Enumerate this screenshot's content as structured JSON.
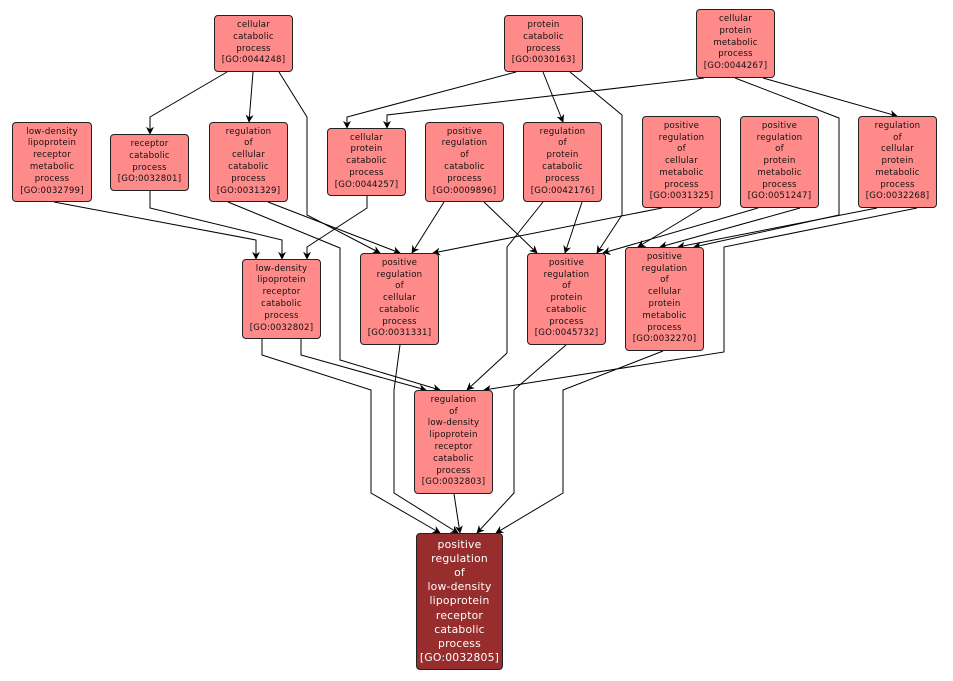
{
  "diagram": {
    "type": "GO term hierarchy (directed acyclic graph)",
    "colors": {
      "ancestor_fill": "#ff8a8a",
      "target_fill": "#982d2d",
      "target_text": "#ffffff",
      "ancestor_text": "#111111",
      "border": "#222222",
      "edge": "#000000"
    },
    "nodes": [
      {
        "id": "GO:0044248",
        "label": [
          "cellular",
          "catabolic",
          "process"
        ],
        "go_id": "[GO:0044248]",
        "role": "ancestor"
      },
      {
        "id": "GO:0030163",
        "label": [
          "protein",
          "catabolic",
          "process"
        ],
        "go_id": "[GO:0030163]",
        "role": "ancestor"
      },
      {
        "id": "GO:0044267",
        "label": [
          "cellular",
          "protein",
          "metabolic",
          "process"
        ],
        "go_id": "[GO:0044267]",
        "role": "ancestor"
      },
      {
        "id": "GO:0032799",
        "label": [
          "low-density",
          "lipoprotein",
          "receptor",
          "metabolic",
          "process"
        ],
        "go_id": "[GO:0032799]",
        "role": "ancestor"
      },
      {
        "id": "GO:0032801",
        "label": [
          "receptor",
          "catabolic",
          "process"
        ],
        "go_id": "[GO:0032801]",
        "role": "ancestor"
      },
      {
        "id": "GO:0031329",
        "label": [
          "regulation",
          "of",
          "cellular",
          "catabolic",
          "process"
        ],
        "go_id": "[GO:0031329]",
        "role": "ancestor"
      },
      {
        "id": "GO:0044257",
        "label": [
          "cellular",
          "protein",
          "catabolic",
          "process"
        ],
        "go_id": "[GO:0044257]",
        "role": "ancestor"
      },
      {
        "id": "GO:0009896",
        "label": [
          "positive",
          "regulation",
          "of",
          "catabolic",
          "process"
        ],
        "go_id": "[GO:0009896]",
        "role": "ancestor"
      },
      {
        "id": "GO:0042176",
        "label": [
          "regulation",
          "of",
          "protein",
          "catabolic",
          "process"
        ],
        "go_id": "[GO:0042176]",
        "role": "ancestor"
      },
      {
        "id": "GO:0031325",
        "label": [
          "positive",
          "regulation",
          "of",
          "cellular",
          "metabolic",
          "process"
        ],
        "go_id": "[GO:0031325]",
        "role": "ancestor"
      },
      {
        "id": "GO:0051247",
        "label": [
          "positive",
          "regulation",
          "of",
          "protein",
          "metabolic",
          "process"
        ],
        "go_id": "[GO:0051247]",
        "role": "ancestor"
      },
      {
        "id": "GO:0032268",
        "label": [
          "regulation",
          "of",
          "cellular",
          "protein",
          "metabolic",
          "process"
        ],
        "go_id": "[GO:0032268]",
        "role": "ancestor"
      },
      {
        "id": "GO:0032802",
        "label": [
          "low-density",
          "lipoprotein",
          "receptor",
          "catabolic",
          "process"
        ],
        "go_id": "[GO:0032802]",
        "role": "ancestor"
      },
      {
        "id": "GO:0031331",
        "label": [
          "positive",
          "regulation",
          "of",
          "cellular",
          "catabolic",
          "process"
        ],
        "go_id": "[GO:0031331]",
        "role": "ancestor"
      },
      {
        "id": "GO:0045732",
        "label": [
          "positive",
          "regulation",
          "of",
          "protein",
          "catabolic",
          "process"
        ],
        "go_id": "[GO:0045732]",
        "role": "ancestor"
      },
      {
        "id": "GO:0032270",
        "label": [
          "positive",
          "regulation",
          "of",
          "cellular",
          "protein",
          "metabolic",
          "process"
        ],
        "go_id": "[GO:0032270]",
        "role": "ancestor"
      },
      {
        "id": "GO:0032803",
        "label": [
          "regulation",
          "of",
          "low-density",
          "lipoprotein",
          "receptor",
          "catabolic",
          "process"
        ],
        "go_id": "[GO:0032803]",
        "role": "ancestor"
      },
      {
        "id": "GO:0032805",
        "label": [
          "positive",
          "regulation",
          "of",
          "low-density",
          "lipoprotein",
          "receptor",
          "catabolic",
          "process"
        ],
        "go_id": "[GO:0032805]",
        "role": "target"
      }
    ],
    "edges": [
      {
        "from": "GO:0044248",
        "to": "GO:0032801"
      },
      {
        "from": "GO:0044248",
        "to": "GO:0031329"
      },
      {
        "from": "GO:0044248",
        "to": "GO:0031331"
      },
      {
        "from": "GO:0030163",
        "to": "GO:0044257"
      },
      {
        "from": "GO:0030163",
        "to": "GO:0042176"
      },
      {
        "from": "GO:0030163",
        "to": "GO:0045732"
      },
      {
        "from": "GO:0044267",
        "to": "GO:0044257"
      },
      {
        "from": "GO:0044267",
        "to": "GO:0032268"
      },
      {
        "from": "GO:0044267",
        "to": "GO:0032270"
      },
      {
        "from": "GO:0032799",
        "to": "GO:0032802"
      },
      {
        "from": "GO:0032801",
        "to": "GO:0032802"
      },
      {
        "from": "GO:0044257",
        "to": "GO:0032802"
      },
      {
        "from": "GO:0031329",
        "to": "GO:0031331"
      },
      {
        "from": "GO:0031329",
        "to": "GO:0032803"
      },
      {
        "from": "GO:0009896",
        "to": "GO:0031331"
      },
      {
        "from": "GO:0009896",
        "to": "GO:0045732"
      },
      {
        "from": "GO:0042176",
        "to": "GO:0045732"
      },
      {
        "from": "GO:0042176",
        "to": "GO:0032803"
      },
      {
        "from": "GO:0031325",
        "to": "GO:0031331"
      },
      {
        "from": "GO:0031325",
        "to": "GO:0032270"
      },
      {
        "from": "GO:0051247",
        "to": "GO:0045732"
      },
      {
        "from": "GO:0051247",
        "to": "GO:0032270"
      },
      {
        "from": "GO:0032268",
        "to": "GO:0032270"
      },
      {
        "from": "GO:0032268",
        "to": "GO:0032803"
      },
      {
        "from": "GO:0032802",
        "to": "GO:0032803"
      },
      {
        "from": "GO:0032802",
        "to": "GO:0032805"
      },
      {
        "from": "GO:0031331",
        "to": "GO:0032805"
      },
      {
        "from": "GO:0045732",
        "to": "GO:0032805"
      },
      {
        "from": "GO:0032270",
        "to": "GO:0032805"
      },
      {
        "from": "GO:0032803",
        "to": "GO:0032805"
      }
    ]
  }
}
